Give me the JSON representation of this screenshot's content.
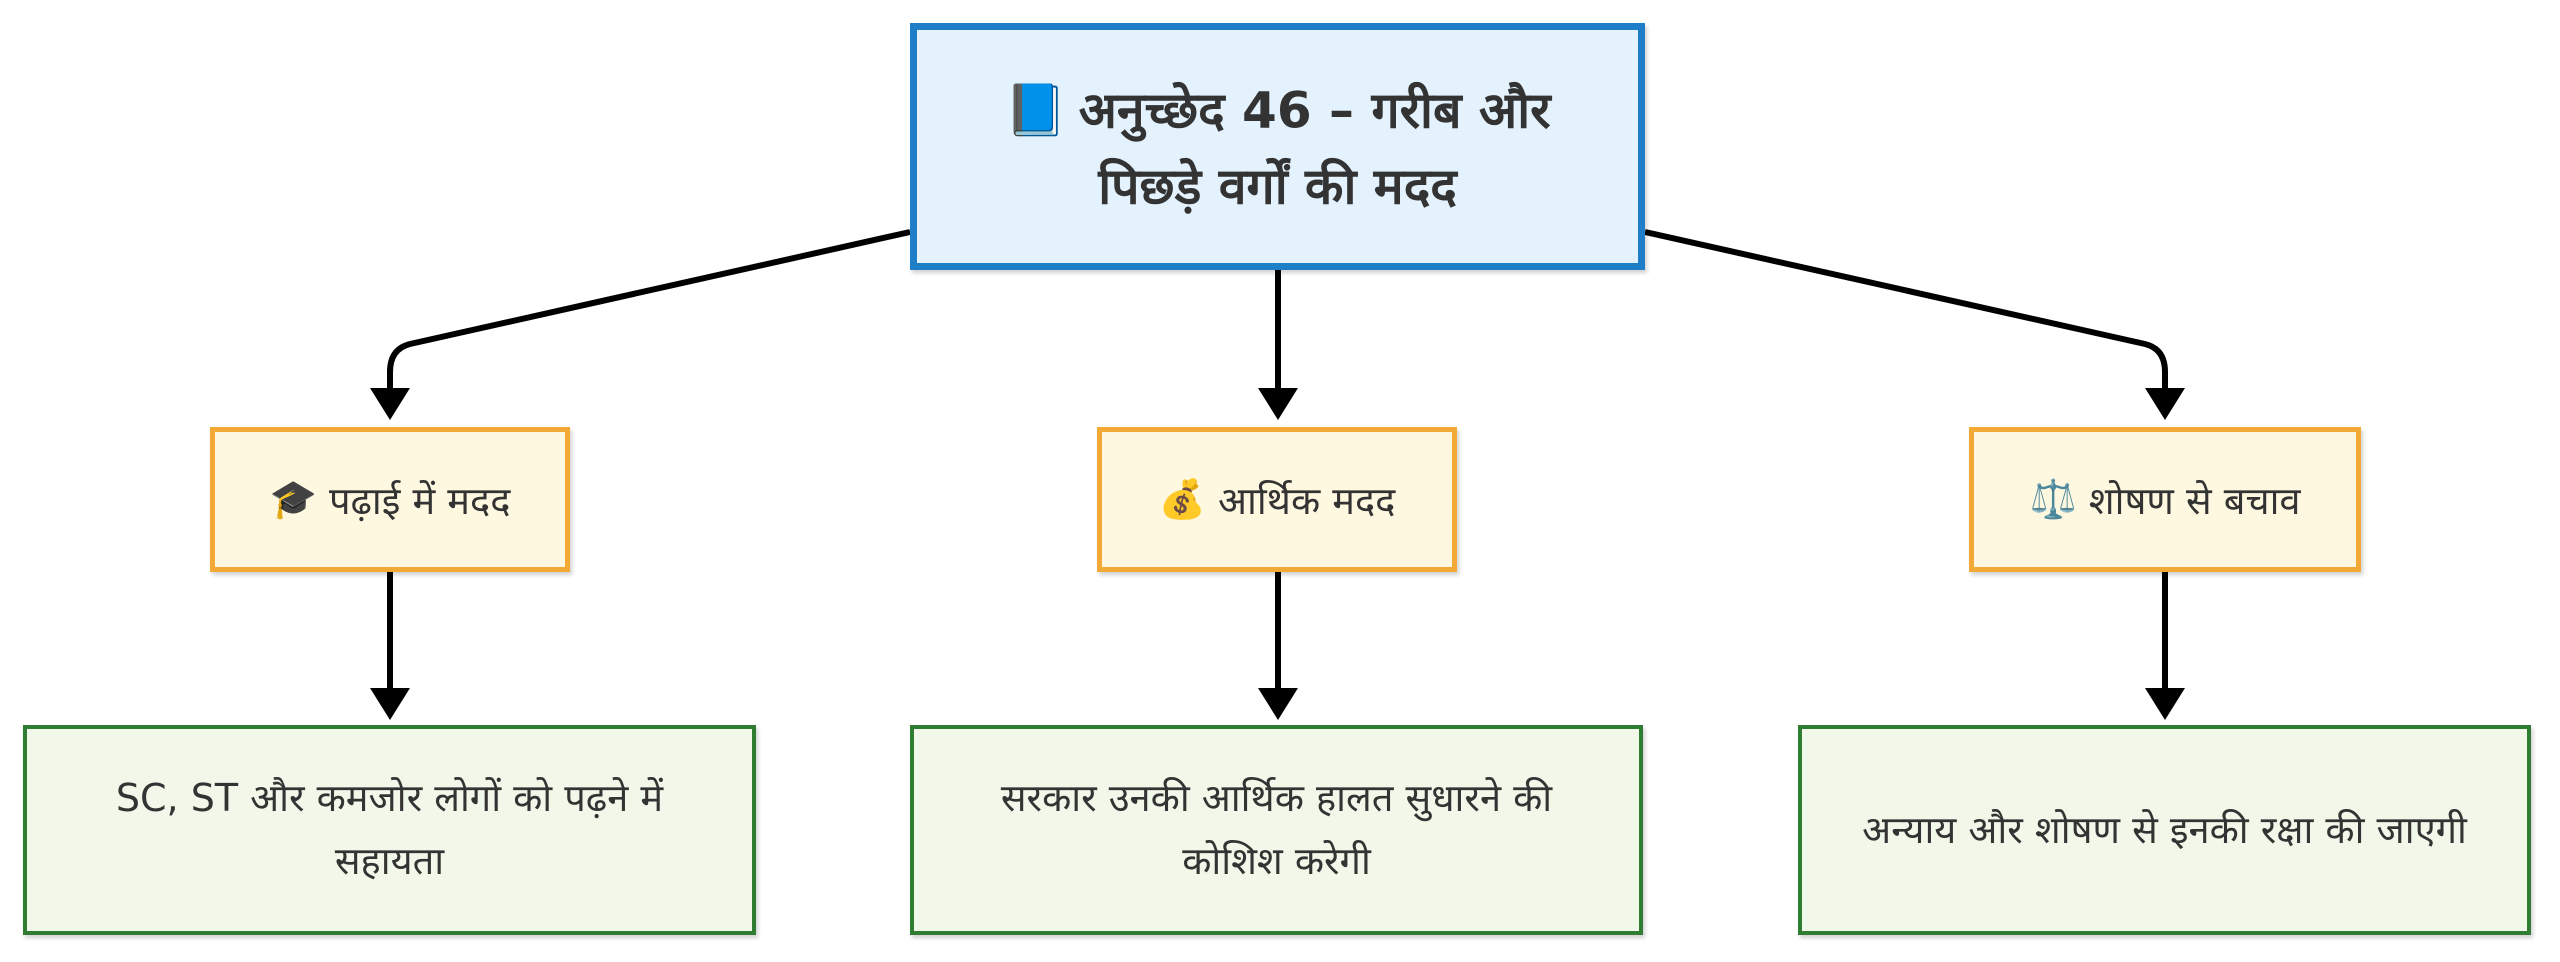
{
  "root": {
    "icon": "book-icon",
    "icon_glyph": "📘",
    "title": "अनुच्छेद 46 – गरीब और पिछड़े वर्गों की मदद"
  },
  "branches": [
    {
      "icon": "graduation-cap-icon",
      "icon_glyph": "🎓",
      "label": "पढ़ाई में मदद",
      "detail": "SC, ST और कमजोर लोगों को पढ़ने में सहायता"
    },
    {
      "icon": "money-bag-icon",
      "icon_glyph": "💰",
      "label": "आर्थिक मदद",
      "detail": "सरकार उनकी आर्थिक हालत सुधारने की कोशिश करेगी"
    },
    {
      "icon": "scales-icon",
      "icon_glyph": "⚖️",
      "label": "शोषण से बचाव",
      "detail": "अन्याय और शोषण से इनकी रक्षा की जाएगी"
    }
  ],
  "colors": {
    "root_fill": "#e3f2fd",
    "root_border": "#1e7fc8",
    "mid_fill": "#fff8e1",
    "mid_border": "#f3a935",
    "leaf_fill": "#f1f8e9",
    "leaf_border": "#2e7d32",
    "connector": "#000000"
  }
}
